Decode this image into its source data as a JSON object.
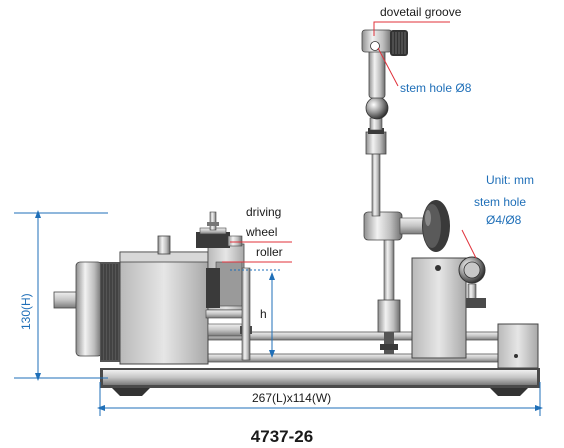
{
  "labels": {
    "dovetail": "dovetail groove",
    "stem_top": "stem hole Ø8",
    "unit": "Unit: mm",
    "stem_side_1": "stem hole",
    "stem_side_2": "Ø4/Ø8",
    "driving_1": "driving",
    "driving_2": "wheel",
    "roller": "roller",
    "h": "h",
    "height": "130(H)",
    "length": "267(L)x114(W)",
    "model": "4737-26"
  },
  "colors": {
    "dimension": "#1f6fb8",
    "leader": "#e0303a",
    "metal_dark": "#3a3a3a",
    "metal_light": "#d9d9d9"
  }
}
